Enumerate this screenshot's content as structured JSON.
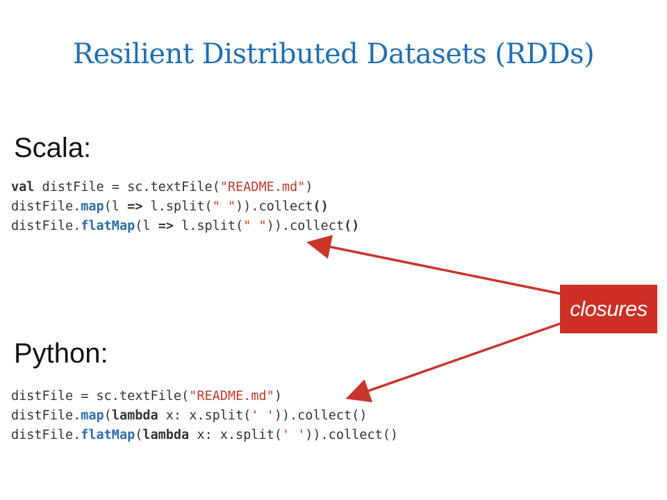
{
  "slide": {
    "title": "Resilient Distributed Datasets (RDDs)",
    "scala_label": "Scala:",
    "python_label": "Python:",
    "callout_label": "closures",
    "colors": {
      "title": "#1f6fb5",
      "callout_bg": "#cf2e25",
      "arrow": "#c8352b",
      "string": "#c0392b",
      "method": "#2a6db0"
    }
  },
  "scala_code": [
    [
      {
        "t": "kw",
        "v": "val"
      },
      {
        "t": "plain",
        "v": " distFile = sc.textFile("
      },
      {
        "t": "str",
        "v": "\"README.md\""
      },
      {
        "t": "plain",
        "v": ")"
      }
    ],
    [
      {
        "t": "plain",
        "v": "distFile."
      },
      {
        "t": "fn",
        "v": "map"
      },
      {
        "t": "plain",
        "v": "(l "
      },
      {
        "t": "bold",
        "v": "=>"
      },
      {
        "t": "plain",
        "v": " l.split("
      },
      {
        "t": "str",
        "v": "\" \""
      },
      {
        "t": "plain",
        "v": ")).collect"
      },
      {
        "t": "bold",
        "v": "()"
      }
    ],
    [
      {
        "t": "plain",
        "v": "distFile."
      },
      {
        "t": "fn",
        "v": "flatMap"
      },
      {
        "t": "plain",
        "v": "(l "
      },
      {
        "t": "bold",
        "v": "=>"
      },
      {
        "t": "plain",
        "v": " l.split("
      },
      {
        "t": "str",
        "v": "\" \""
      },
      {
        "t": "plain",
        "v": ")).collect"
      },
      {
        "t": "bold",
        "v": "()"
      }
    ]
  ],
  "python_code": [
    [
      {
        "t": "plain",
        "v": "distFile = sc.textFile("
      },
      {
        "t": "str",
        "v": "\"README.md\""
      },
      {
        "t": "plain",
        "v": ")"
      }
    ],
    [
      {
        "t": "plain",
        "v": "distFile."
      },
      {
        "t": "fn",
        "v": "map"
      },
      {
        "t": "plain",
        "v": "("
      },
      {
        "t": "bold",
        "v": "lambda"
      },
      {
        "t": "plain",
        "v": " x: x.split("
      },
      {
        "t": "str",
        "v": "' '"
      },
      {
        "t": "plain",
        "v": ")).collect()"
      }
    ],
    [
      {
        "t": "plain",
        "v": "distFile."
      },
      {
        "t": "fn",
        "v": "flatMap"
      },
      {
        "t": "plain",
        "v": "("
      },
      {
        "t": "bold",
        "v": "lambda"
      },
      {
        "t": "plain",
        "v": " x: x.split("
      },
      {
        "t": "str",
        "v": "' '"
      },
      {
        "t": "plain",
        "v": ")).collect()"
      }
    ]
  ]
}
